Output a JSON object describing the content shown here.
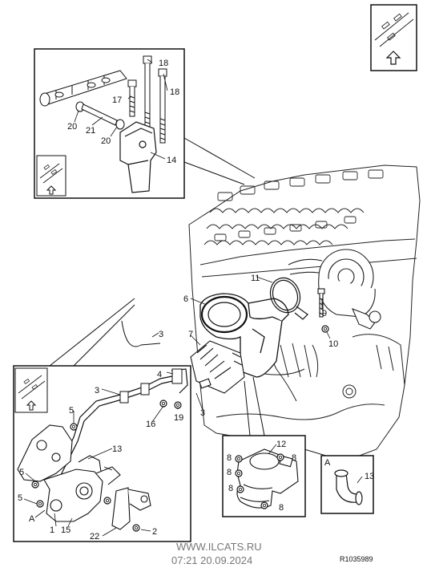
{
  "callouts": {
    "c1": "1",
    "c2": "2",
    "c3a": "3",
    "c3b": "3",
    "c3c": "3",
    "c4": "4",
    "c5a": "5",
    "c5b": "5",
    "c5c": "5",
    "c6": "6",
    "c7": "7",
    "c8a": "8",
    "c8b": "8",
    "c8c": "8",
    "c8d": "8",
    "c8e": "8",
    "c9": "9",
    "c10": "10",
    "c11": "11",
    "c12": "12",
    "c13a": "13",
    "c13b": "13",
    "c14": "14",
    "c15": "15",
    "c16": "16",
    "c17": "17",
    "c18a": "18",
    "c18b": "18",
    "c19": "19",
    "c20a": "20",
    "c20b": "20",
    "c21": "21",
    "c22": "22",
    "cA": "A"
  },
  "detail_box_letter": "A",
  "watermark": {
    "site": "WWW.ILCATS.RU",
    "datetime": "07:21 20.09.2024"
  },
  "reference_code": "R1035989",
  "icons": [
    "front-arrow-orientation-icon"
  ]
}
